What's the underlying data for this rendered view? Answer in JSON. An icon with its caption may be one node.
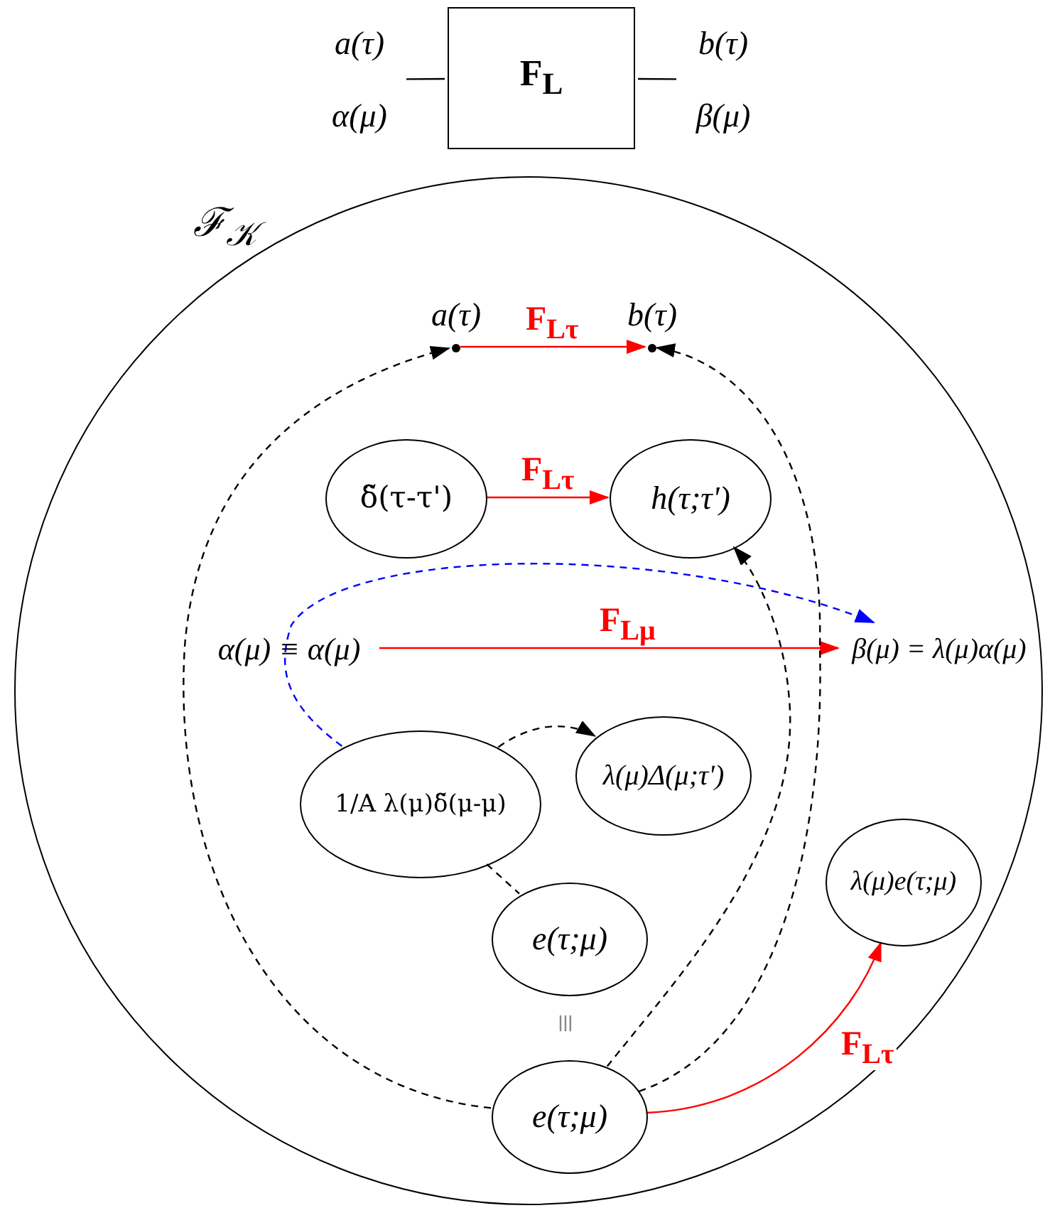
{
  "diagram": {
    "nodes": [
      {
        "text": [
          "F$_{L}$"
        ]
      },
      {
        "text": [
          "a(τ)",
          "α(μ)"
        ]
      },
      {
        "text": [
          "b(τ)",
          "β(μ)"
        ]
      },
      {
        "text": [
          "ℱ$_{𝒦}$"
        ]
      },
      {
        "text": [
          "a(τ)"
        ],
        "in": 3
      },
      {
        "text": [
          "b(τ)"
        ],
        "in": 3
      },
      {
        "text": [
          "δ̃(τ-τ')"
        ],
        "in": 3
      },
      {
        "text": [
          "h(τ;τ')"
        ],
        "in": 3
      },
      {
        "text": [
          "α(μ) ≡ α(μ)"
        ],
        "in": 3
      },
      {
        "text": [
          "β(μ) = λ(μ)α(μ)"
        ],
        "in": 3
      },
      {
        "text": [
          "1/A λ(μ)δ̃(μ-μ)"
        ],
        "in": 3
      },
      {
        "text": [
          "λ(μ)Δ(μ;τ')"
        ],
        "in": 3
      },
      {
        "text": [
          "λ(μ)e(τ;μ)"
        ],
        "in": 3
      },
      {
        "text": [
          "e(τ;μ)"
        ],
        "in": 3
      },
      {
        "text": [
          "e(τ;μ)"
        ],
        "in": 3
      }
    ],
    "edges": [
      {
        "from": 1,
        "to": 0,
        "arrow": "none"
      },
      {
        "from": 0,
        "to": 2,
        "arrow": "none"
      },
      {
        "from": 4,
        "to": 5,
        "arrow": "to",
        "label": "F$_{Lτ}$",
        "color": "#ff0000"
      },
      {
        "from": 6,
        "to": 7,
        "arrow": "to",
        "label": "F$_{Lτ}$",
        "color": "#ff0000"
      },
      {
        "from": 8,
        "to": 9,
        "arrow": "to",
        "label": "F$_{Lμ}$",
        "color": "#ff0000"
      },
      {
        "from": 10,
        "to": 9,
        "arrow": "to",
        "style": "dashed",
        "color": "#0000ff"
      },
      {
        "from": 10,
        "to": 11,
        "arrow": "to",
        "style": "dashed"
      },
      {
        "from": 10,
        "to": 13,
        "arrow": "none",
        "style": "dashed"
      },
      {
        "from": 14,
        "to": 4,
        "arrow": "to",
        "style": "dashed"
      },
      {
        "from": 14,
        "to": 7,
        "arrow": "to",
        "style": "dashed"
      },
      {
        "from": 14,
        "to": 5,
        "arrow": "to",
        "style": "dashed"
      },
      {
        "from": 14,
        "to": 12,
        "arrow": "to",
        "label": "F$_{Lτ}$",
        "color": "#ff0000"
      }
    ],
    "labels": [
      "≡"
    ]
  }
}
